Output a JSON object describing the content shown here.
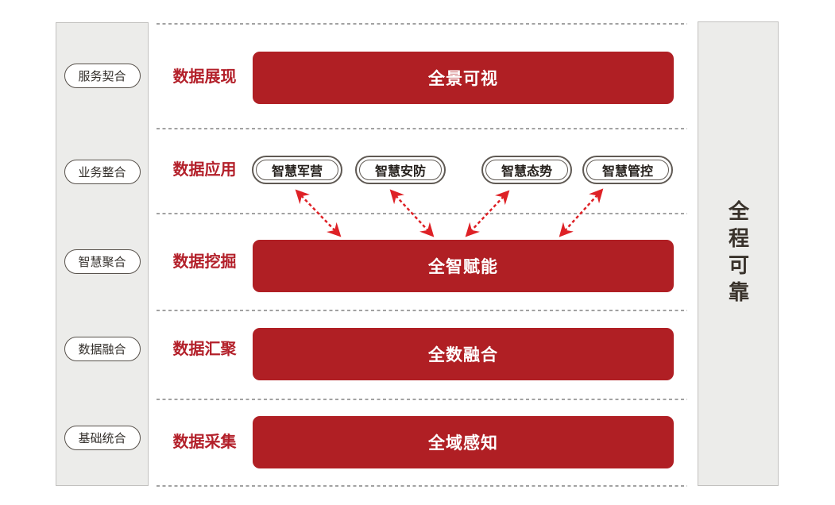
{
  "diagram": {
    "left_column": {
      "items": [
        "服务契合",
        "业务整合",
        "智慧聚合",
        "数据融合",
        "基础统合"
      ]
    },
    "right_column": {
      "label": "全程可靠"
    },
    "rows": [
      {
        "label": "数据展现",
        "bar": "全景可视"
      },
      {
        "label": "数据应用",
        "pills": [
          "智慧军营",
          "智慧安防",
          "智慧态势",
          "智慧管控"
        ]
      },
      {
        "label": "数据挖掘",
        "bar": "全智赋能"
      },
      {
        "label": "数据汇聚",
        "bar": "全数融合"
      },
      {
        "label": "数据采集",
        "bar": "全域感知"
      }
    ],
    "connectors": {
      "type": "bidirectional-dashed-arrow",
      "count": 4,
      "links": "数据应用 pills ↔ 全智赋能"
    },
    "colors": {
      "bar_red": "#B01F24",
      "label_red": "#B3202A",
      "arrow_red": "#DE2126",
      "panel_gray": "#ECECEA"
    }
  }
}
